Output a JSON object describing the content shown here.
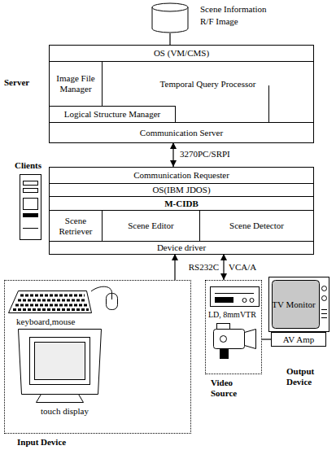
{
  "diagram": {
    "nodes": [
      {
        "text": [
          "Scene Information",
          "R/F Image"
        ]
      },
      {
        "text": [
          "Server"
        ]
      },
      {
        "text": [
          "OS (VM/CMS)"
        ],
        "in": 1
      },
      {
        "text": [
          "Image File Manager"
        ],
        "in": 1
      },
      {
        "text": [
          "Temporal Query Processor"
        ],
        "in": 1
      },
      {
        "text": [
          "Logical Structure Manager"
        ],
        "in": 1
      },
      {
        "text": [
          "Communication Server"
        ],
        "in": 1
      },
      {
        "text": [
          "Clients"
        ]
      },
      {
        "text": [
          "Communication Requester"
        ],
        "in": 7
      },
      {
        "text": [
          "OS(IBM JDOS)"
        ],
        "in": 7
      },
      {
        "text": [
          "M-CIDB"
        ],
        "in": 7
      },
      {
        "text": [
          "Scene Retriever"
        ],
        "in": 7
      },
      {
        "text": [
          "Scene Editor"
        ],
        "in": 7
      },
      {
        "text": [
          "Scene Detector"
        ],
        "in": 7
      },
      {
        "text": [
          "Device driver"
        ],
        "in": 7
      },
      {
        "text": [
          "Input Device"
        ]
      },
      {
        "text": [
          "Video Source"
        ]
      },
      {
        "text": [
          "TV Monitor"
        ]
      },
      {
        "text": [
          "AV Amp"
        ]
      }
    ],
    "edges": [
      {
        "from": 0,
        "to": 1,
        "arrow": "none"
      },
      {
        "from": 1,
        "to": 7,
        "arrow": "both",
        "label": "3270PC/SRPI"
      },
      {
        "from": 15,
        "to": 7,
        "arrow": "to"
      },
      {
        "from": 16,
        "to": 7,
        "arrow": "both",
        "label": "RS232C"
      },
      {
        "from": 16,
        "to": 18,
        "arrow": "none"
      }
    ],
    "labels": [
      "keyboard,mouse",
      "touch display",
      "LD, 8mmVTR",
      "VCA/A",
      "Output Device"
    ]
  }
}
